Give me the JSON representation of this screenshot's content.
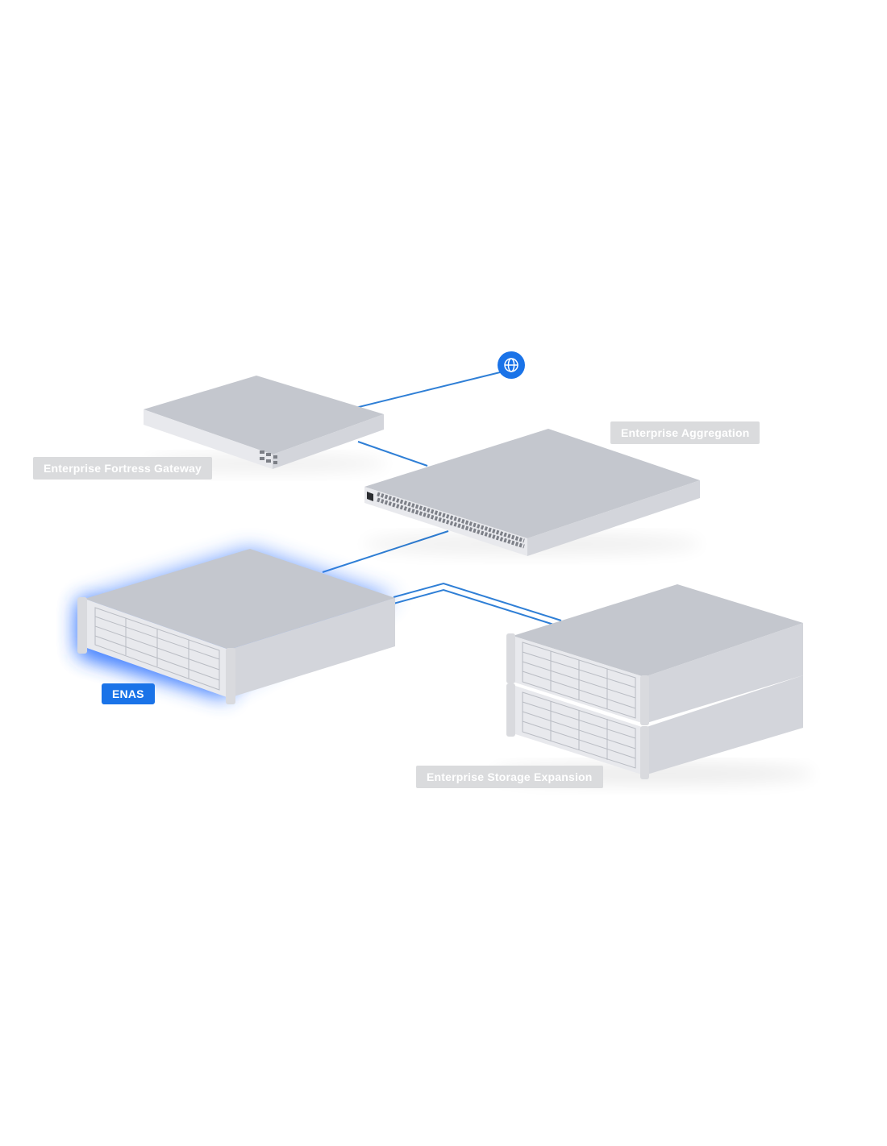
{
  "diagram": {
    "nodes": {
      "internet": {
        "icon": "globe-icon"
      },
      "gateway": {
        "label": "Enterprise Fortress Gateway"
      },
      "aggregation": {
        "label": "Enterprise Aggregation"
      },
      "enas": {
        "label": "ENAS",
        "selected": true
      },
      "storage_expansion": {
        "label": "Enterprise Storage Expansion"
      }
    },
    "links": [
      {
        "from": "gateway",
        "to": "internet"
      },
      {
        "from": "gateway",
        "to": "aggregation"
      },
      {
        "from": "aggregation",
        "to": "enas"
      },
      {
        "from": "enas",
        "to": "storage_expansion",
        "style": "double"
      }
    ]
  },
  "colors": {
    "accent": "#1a73e8",
    "link": "#2f7fd6",
    "label_bg": "#dadbdd",
    "label_text": "#ffffff",
    "device_top": "#c2c5cc",
    "device_front": "#e7e8ec",
    "device_side": "#d2d4da",
    "glow": "#4f8dff"
  }
}
